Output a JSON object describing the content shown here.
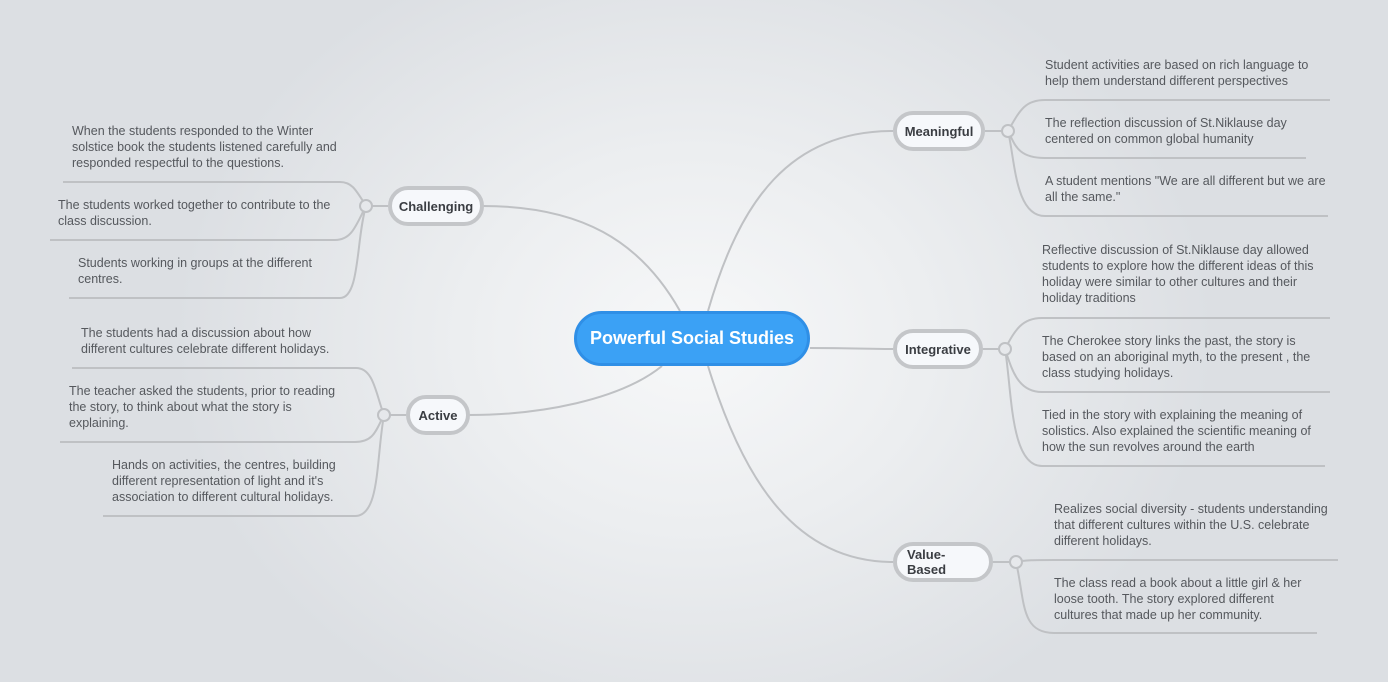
{
  "central_topic": {
    "label": "Powerful Social Studies",
    "color": "#3ba1f5"
  },
  "branches": [
    {
      "label": "Meaningful",
      "items": [
        "Student activities are based on rich language to help them understand different perspectives",
        "The reflection discussion of St.Niklause day centered on common global humanity",
        "A student mentions \"We are all different but we are all the same.\""
      ]
    },
    {
      "label": "Integrative",
      "items": [
        "Reflective discussion of St.Niklause day allowed students to explore how the different ideas of this holiday were similar to other cultures and their holiday traditions",
        "The Cherokee story links the past, the story is based on an aboriginal myth, to the present , the class studying holidays.",
        "Tied in the story with explaining the meaning of solistics. Also explained the scientific meaning of how the sun revolves around the earth"
      ]
    },
    {
      "label": "Value-Based",
      "items": [
        "Realizes social diversity - students understanding that different cultures within the U.S. celebrate different holidays.",
        "The class read a book about a little girl & her loose tooth. The story explored different cultures that made up her community."
      ]
    },
    {
      "label": "Challenging",
      "items": [
        "When the students responded to the Winter solstice book the students listened carefully and responded respectful to the questions.",
        "The students worked together to contribute to the class discussion.",
        "Students working in groups at the different centres."
      ]
    },
    {
      "label": "Active",
      "items": [
        "The students had a discussion about how different cultures celebrate different holidays.",
        "The teacher asked the students, prior to reading the story, to think about what the story is explaining.",
        "Hands on activities, the centres, building different representation of light and it's association to different cultural holidays."
      ]
    }
  ]
}
